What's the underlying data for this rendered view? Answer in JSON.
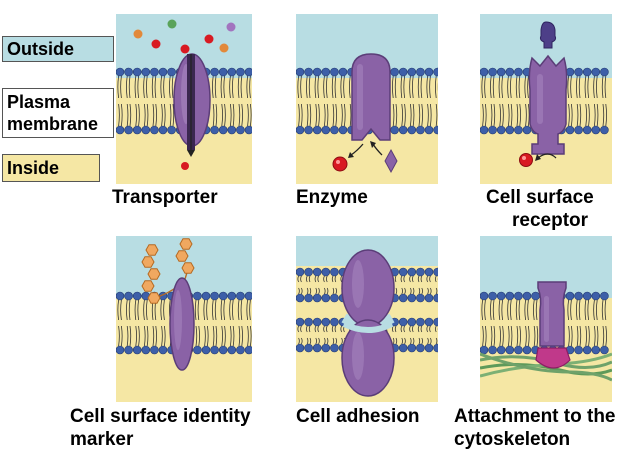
{
  "legend": {
    "outside": "Outside",
    "membrane_line1": "Plasma",
    "membrane_line2": "membrane",
    "inside": "Inside"
  },
  "captions": {
    "transporter": "Transporter",
    "enzyme": "Enzyme",
    "receptor_line1": "Cell surface",
    "receptor_line2": "receptor",
    "identity_line1": "Cell surface identity",
    "identity_line2": "marker",
    "adhesion": "Cell adhesion",
    "cytoskeleton_line1": "Attachment to the",
    "cytoskeleton_line2": "cytoskeleton"
  },
  "colors": {
    "outside": "#b8dde3",
    "inside": "#f5e7a4",
    "lipid_head": "#3d5fa8",
    "protein": "#8a62a6",
    "protein_dark": "#5b3d78",
    "sugar": "#f0a860",
    "molecule_red": "#d81a22",
    "cytoskeleton": "#6fa26a",
    "anchor": "#c0398a"
  }
}
